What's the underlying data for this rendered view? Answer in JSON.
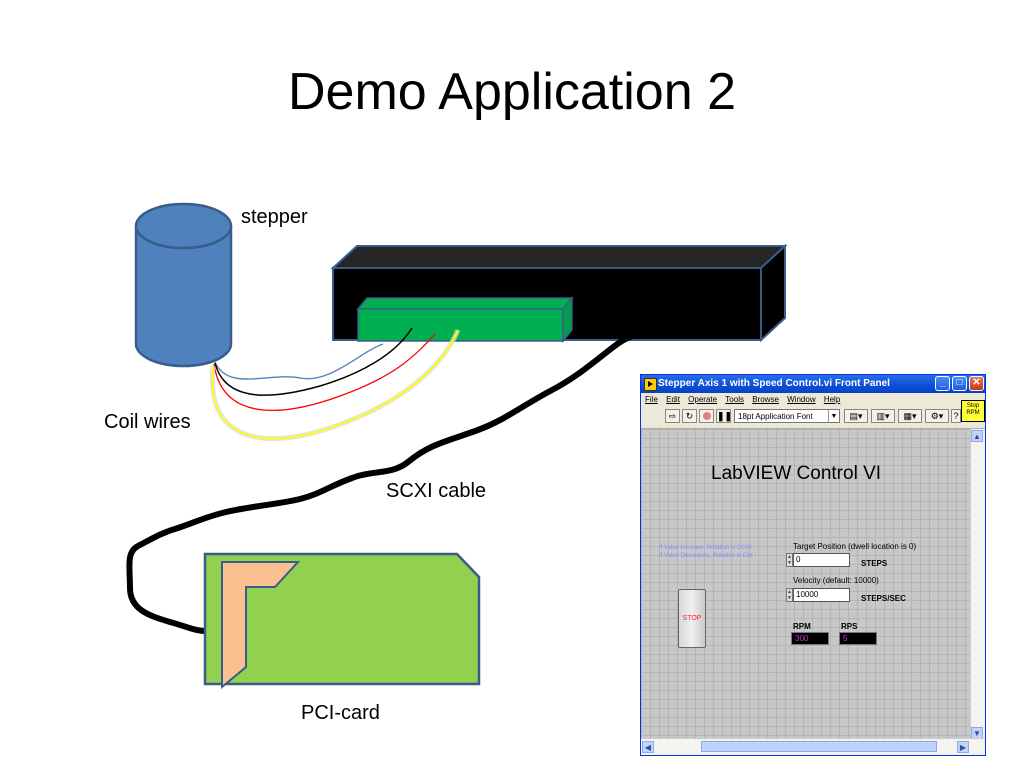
{
  "slide": {
    "title": "Demo Application 2"
  },
  "labels": {
    "stepper": "stepper",
    "coil_wires": "Coil wires",
    "scxi_cable": "SCXI cable",
    "pci_card": "PCI-card"
  },
  "colors": {
    "stepper_fill": "#4f81bd",
    "stepper_stroke": "#385d8a",
    "chassis_fill": "#000000",
    "chassis_top": "#2b2b2b",
    "terminal_block": "#00b050",
    "pci_card": "#92d050",
    "pci_bracket": "#fac090",
    "wire_blue": "#4f81bd",
    "wire_black": "#000000",
    "wire_red": "#ff0000",
    "wire_yellow": "#ffff00"
  },
  "labview": {
    "window_title": "Stepper Axis 1 with Speed Control.vi Front Panel",
    "menu": [
      "File",
      "Edit",
      "Operate",
      "Tools",
      "Browse",
      "Window",
      "Help"
    ],
    "font_selector": "18pt Application Font",
    "stop_rpm_badge": "Stop RPM",
    "panel_heading": "LabVIEW Control VI",
    "notes": [
      "If Value Increase, Rotation is CCW",
      "If Value Decreases, Rotation is CW"
    ],
    "target_label": "Target Position (dwell location is 0)",
    "target_value": "0",
    "target_unit": "STEPS",
    "velocity_label": "Velocity (default: 10000)",
    "velocity_value": "10000",
    "velocity_unit": "STEPS/SEC",
    "stop_button": "STOP",
    "rpm_label": "RPM",
    "rpm_value": "300",
    "rps_label": "RPS",
    "rps_value": "5"
  }
}
